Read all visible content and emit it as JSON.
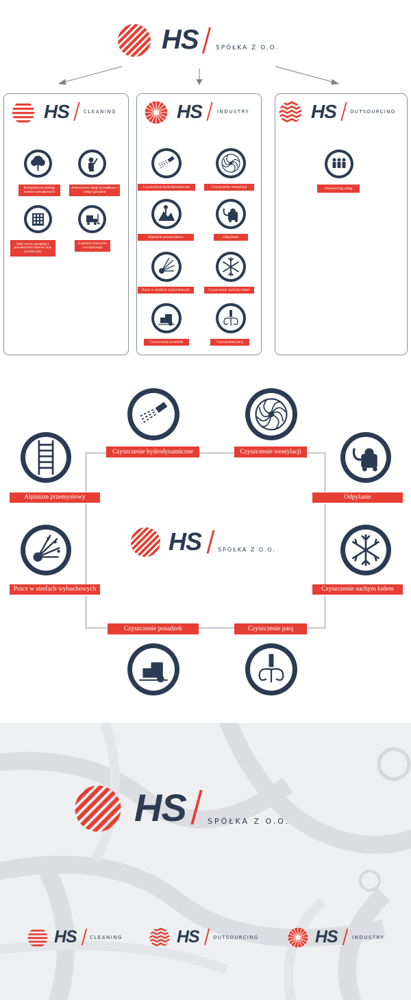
{
  "brand": {
    "hs": "HS",
    "tagline": "SPÓŁKA Z O.O.",
    "red": "#e63e33",
    "navy": "#2b3b52"
  },
  "divisions": [
    {
      "name": "CLEANING",
      "logo_icon": "stripes-circle-icon"
    },
    {
      "name": "INDUSTRY",
      "logo_icon": "sunburst-circle-icon"
    },
    {
      "name": "OUTSOURCING",
      "logo_icon": "waves-circle-icon"
    }
  ],
  "cleaning_services": [
    {
      "label": "Kompleksowa obsługa terenów zewnętrznych",
      "icon": "tree-icon"
    },
    {
      "label": "Jednorazowe usługi porządkowe i usługi specjalne",
      "icon": "worker-icon"
    },
    {
      "label": "Stały serwis sprzątający powierzchnie biurowe oraz produkcyjne",
      "icon": "office-building-icon"
    },
    {
      "label": "Logistyka transportu wewnętrznego",
      "icon": "forklift-icon"
    }
  ],
  "industry_services": [
    {
      "label": "Czyszczenie hydrodynamiczne",
      "icon": "water-jet-icon"
    },
    {
      "label": "Czyszczenie wentylacji",
      "icon": "fan-icon"
    },
    {
      "label": "Alpinizm przemysłowy",
      "icon": "climber-icon"
    },
    {
      "label": "Odpylanie",
      "icon": "vacuum-icon"
    },
    {
      "label": "Prace w strefach wybuchowych",
      "icon": "explosion-icon"
    },
    {
      "label": "Czyszczenie suchym lodem",
      "icon": "snowflake-icon"
    },
    {
      "label": "Czyszczenie posadzek",
      "icon": "floor-scrubber-icon"
    },
    {
      "label": "Czyszczenie parą",
      "icon": "steam-icon"
    }
  ],
  "outsourcing_services": [
    {
      "label": "Outsourcing usług",
      "icon": "people-icon"
    }
  ],
  "industry_diagram": {
    "items": [
      {
        "label": "Czyszczenie hydrodynamiczne",
        "icon": "water-jet-icon"
      },
      {
        "label": "Czyszczenie wentylacji",
        "icon": "fan-icon"
      },
      {
        "label": "Alpinizm przemysłowy",
        "icon": "ladder-icon"
      },
      {
        "label": "Odpylanie",
        "icon": "vacuum-icon"
      },
      {
        "label": "Prace w strefach wybuchowych",
        "icon": "explosion-icon"
      },
      {
        "label": "Czyszczenie suchym lodem",
        "icon": "snowflake-icon"
      },
      {
        "label": "Czyszczenie posadzek",
        "icon": "floor-scrubber-icon"
      },
      {
        "label": "Czyszczenie parą",
        "icon": "steam-icon"
      }
    ]
  }
}
